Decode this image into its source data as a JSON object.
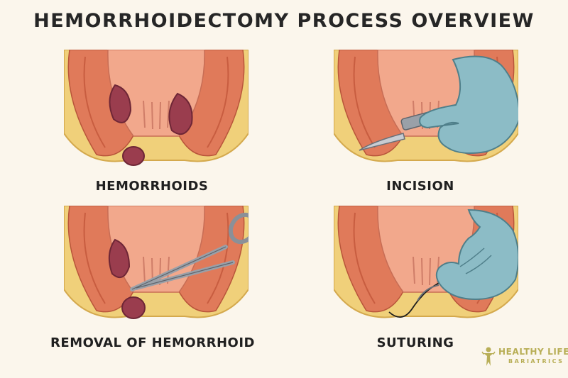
{
  "title": "HEMORRHOIDECTOMY PROCESS OVERVIEW",
  "steps": [
    {
      "label": "HEMORRHOIDS"
    },
    {
      "label": "INCISION"
    },
    {
      "label": "REMOVAL OF HEMORRHOID"
    },
    {
      "label": "SUTURING"
    }
  ],
  "logo": {
    "line1": "HEALTHY LIFE",
    "line2": "BARIATRICS",
    "icon": "figure-icon"
  },
  "colors": {
    "background": "#fbf6ec",
    "fat": "#f0d07a",
    "muscle": "#e07a5a",
    "mucosa": "#f2a88c",
    "hemorrhoid": "#9a3d4e",
    "glove": "#8cbcc6",
    "instrument": "#9aa0a8",
    "logo": "#b8ae56"
  }
}
